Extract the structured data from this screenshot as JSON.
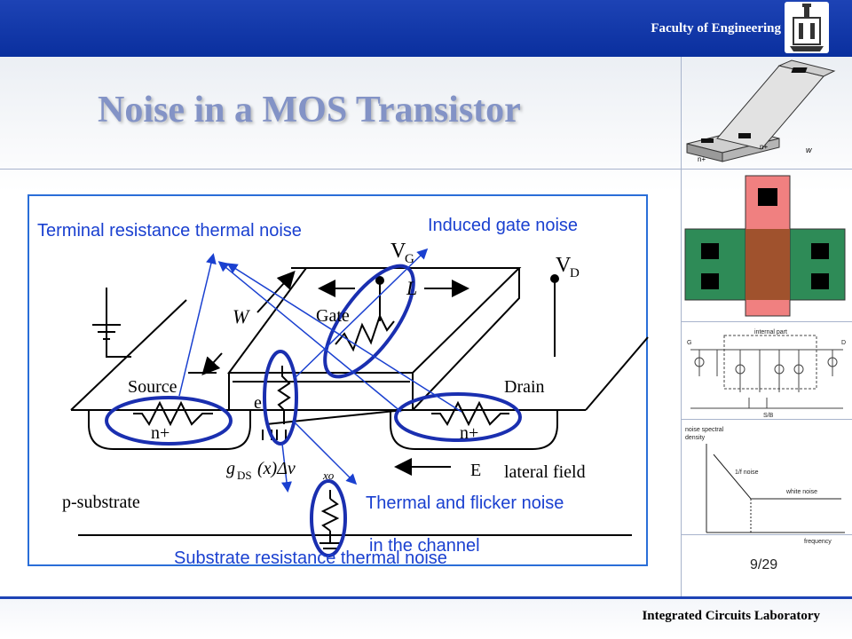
{
  "header": {
    "faculty": "Faculty of Engineering"
  },
  "title": "Noise in a MOS Transistor",
  "diagram": {
    "labels": {
      "terminal": "Terminal resistance thermal noise",
      "induced": "Induced gate noise",
      "thermal_flicker_1": "Thermal and flicker noise",
      "thermal_flicker_2": "in the channel",
      "substrate": "Substrate resistance thermal noise"
    },
    "device_text": {
      "vg": "V",
      "vg_sub": "G",
      "vd": "V",
      "vd_sub": "D",
      "l": "L",
      "w": "W",
      "gate": "Gate",
      "source": "Source",
      "drain": "Drain",
      "nplus_left": "n+",
      "nplus_right": "n+",
      "e": "e",
      "efield": "E",
      "lateral": "lateral field",
      "psub": "p-substrate",
      "gds_g": "g",
      "gds_sub": "DS",
      "gds_mid": "(x)Δv",
      "gds_sub2": "xo"
    }
  },
  "sidebar": {
    "small_text": {
      "nplus1": "n+",
      "nplus2": "n+",
      "w": "w",
      "internal": "internal part",
      "g": "G",
      "d": "D",
      "sb": "S/B",
      "spectral1": "noise spectral",
      "spectral2": "density",
      "oneoverf": "1/f noise",
      "white": "white noise",
      "freq": "frequency"
    },
    "colors": {
      "gate": "#f08080",
      "active": "#2e8b57",
      "overlap": "#a0522d",
      "contact": "#000000"
    }
  },
  "footer": {
    "slide_number": "9/29",
    "lab": "Integrated Circuits Laboratory"
  }
}
